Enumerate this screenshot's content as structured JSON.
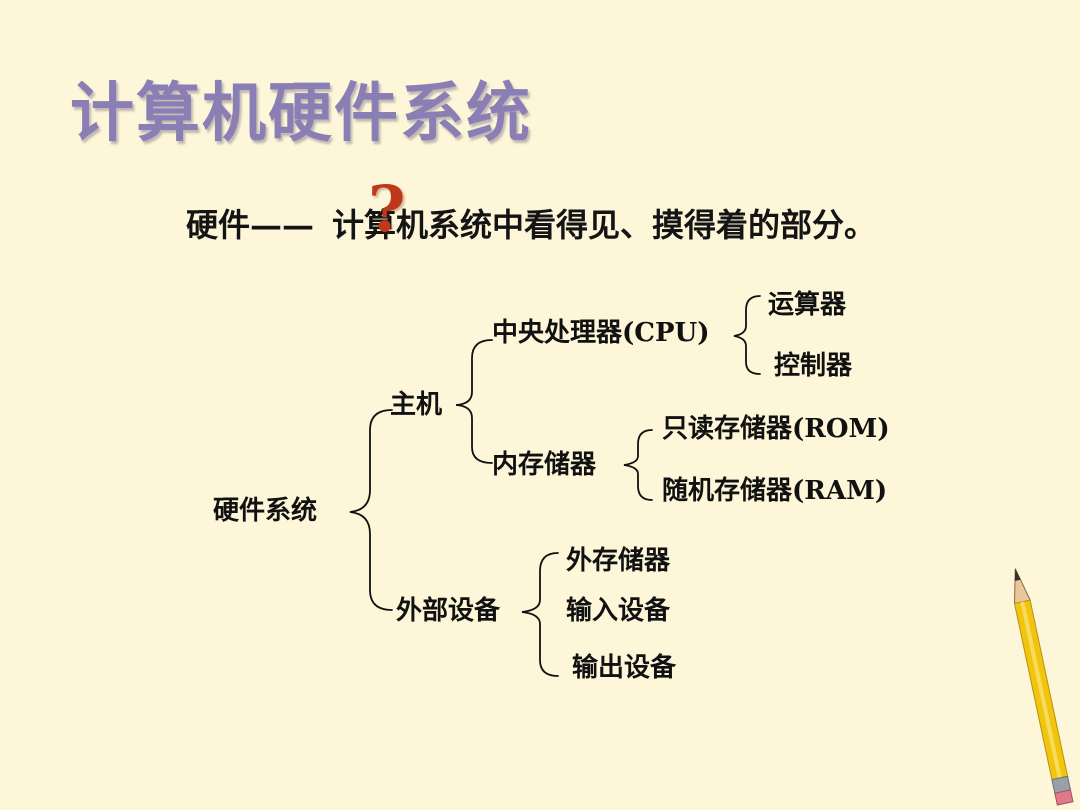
{
  "title": "计算机硬件系统",
  "definition": {
    "term": "硬件——",
    "text": "计算机系统中看得见、摸得着的部分。",
    "question_mark": "?"
  },
  "tree": {
    "root": "硬件系统",
    "host": "主机",
    "cpu": "中央处理器(CPU)",
    "alu": "运算器",
    "controller": "控制器",
    "memory": "内存储器",
    "rom": "只读存储器(ROM)",
    "ram": "随机存储器(RAM)",
    "peripherals": "外部设备",
    "external_storage": "外存储器",
    "input": "输入设备",
    "output": "输出设备"
  },
  "colors": {
    "background": "#fdf6d8",
    "title": "#8a7fb4",
    "question_mark": "#c0381a"
  }
}
